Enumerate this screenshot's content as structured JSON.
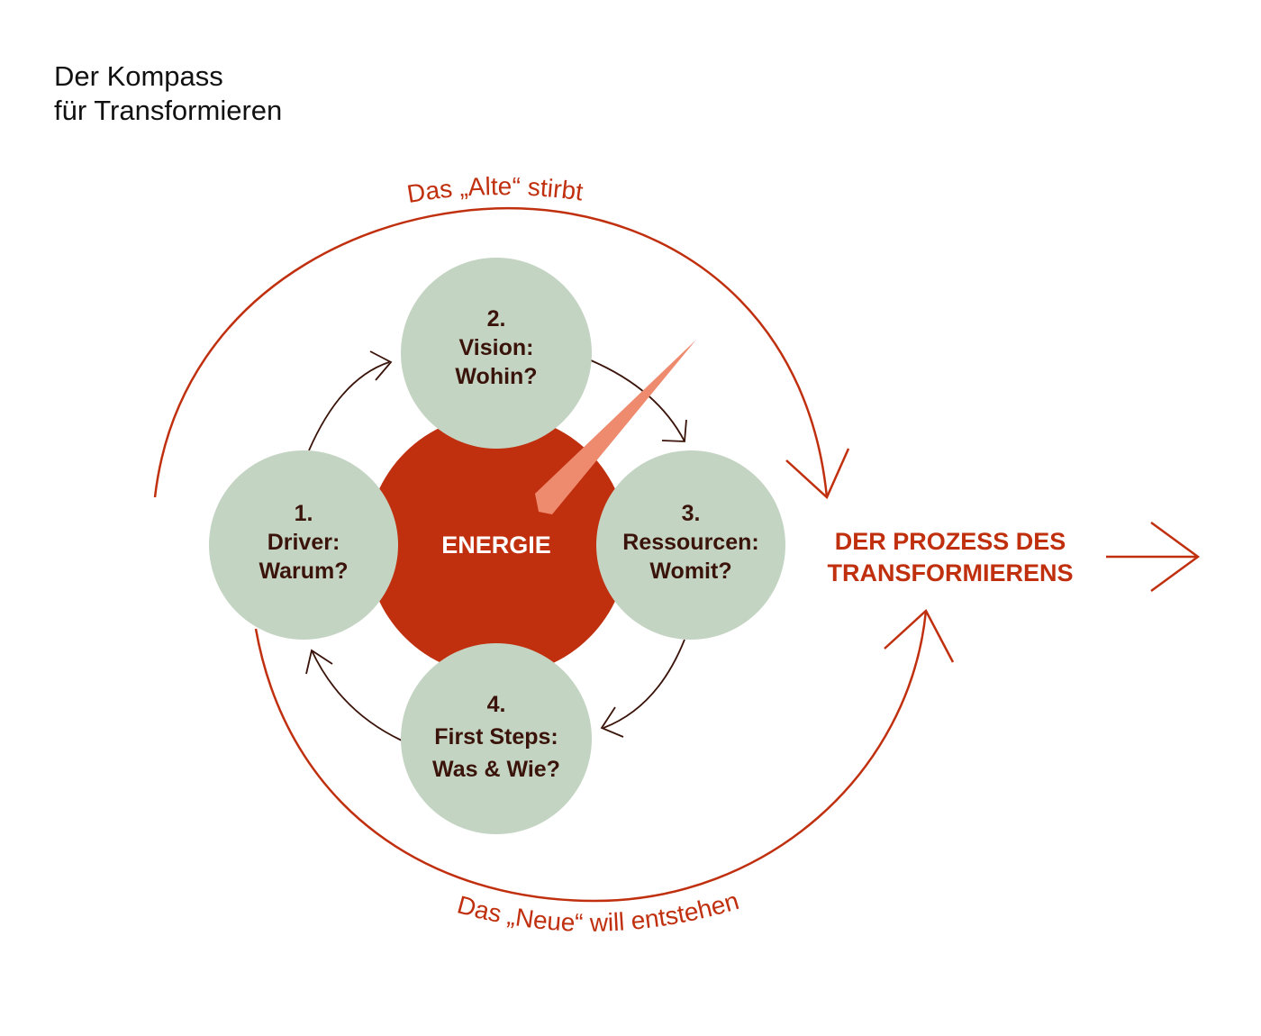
{
  "title": {
    "line1": "Der Kompass",
    "line2": "für Transformieren"
  },
  "top_arc_label": "Das „Alte“ stirbt",
  "bottom_arc_label": "Das „Neue“ will entstehen",
  "center_label": "ENERGIE",
  "process_label": {
    "line1": "DER PROZESS DES",
    "line2": "TRANSFORMIERENS"
  },
  "steps": [
    {
      "number": "1.",
      "line1": "Driver:",
      "line2": "Warum?"
    },
    {
      "number": "2.",
      "line1": "Vision:",
      "line2": "Wohin?"
    },
    {
      "number": "3.",
      "line1": "Ressourcen:",
      "line2": "Womit?"
    },
    {
      "number": "4.",
      "line1": "First Steps:",
      "line2": "Was & Wie?"
    }
  ],
  "colors": {
    "accent": "#c0300f",
    "step_circle": "#c4d4c3",
    "needle": "#ee8a6e",
    "dark_text": "#3a140a",
    "inner_arrow": "#3a140a"
  }
}
